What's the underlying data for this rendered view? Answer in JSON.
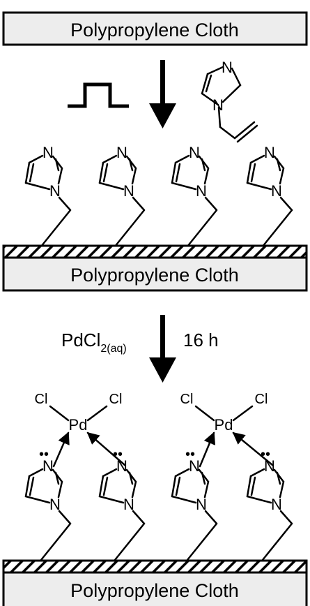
{
  "cloth_label": "Polypropylene Cloth",
  "monomer_atom_N": "N",
  "grafted_atom_N": "N",
  "reagent_main": "PdCl",
  "reagent_sub": "2(aq)",
  "reaction_time": "16 h",
  "metal_label": "Pd",
  "chloride_label": "Cl",
  "lone_pair_symbol": "••"
}
